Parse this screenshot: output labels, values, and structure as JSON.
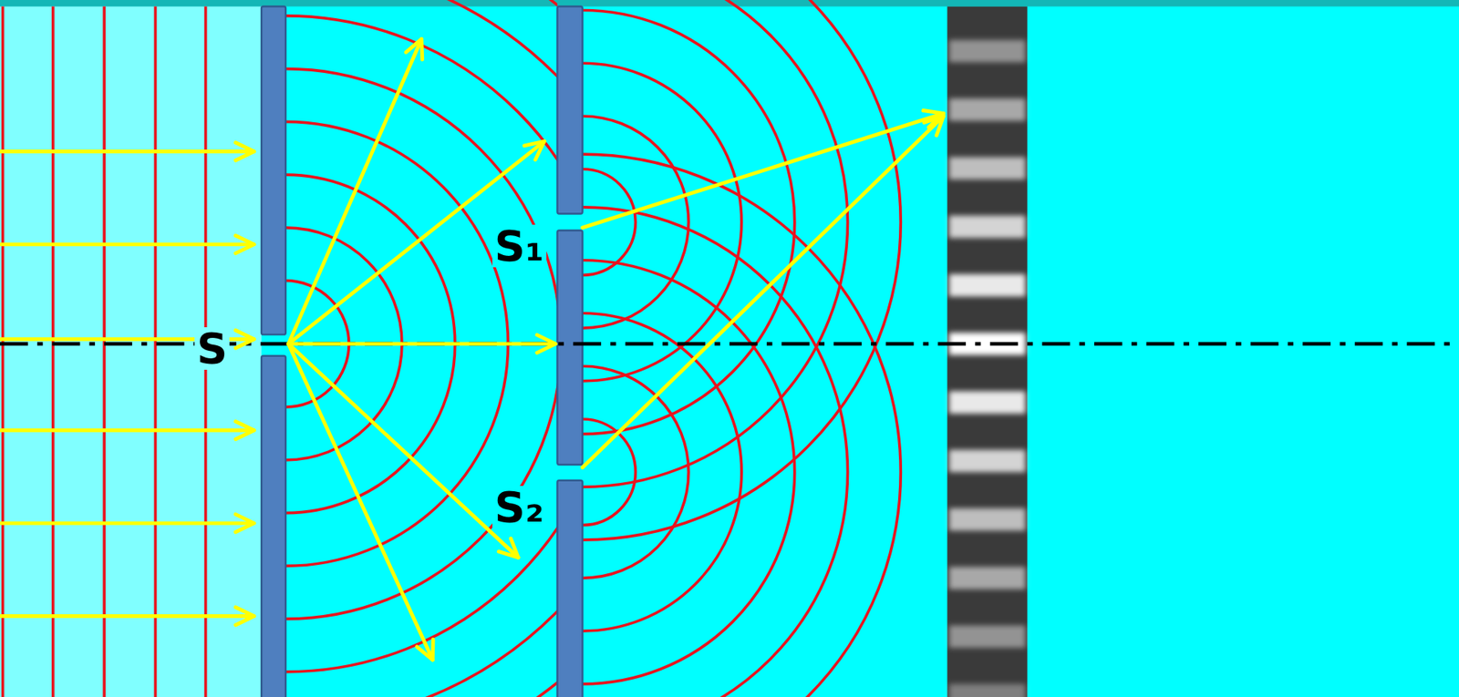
{
  "diagram": {
    "labels": [
      "S",
      "S₁",
      "S₂"
    ]
  }
}
